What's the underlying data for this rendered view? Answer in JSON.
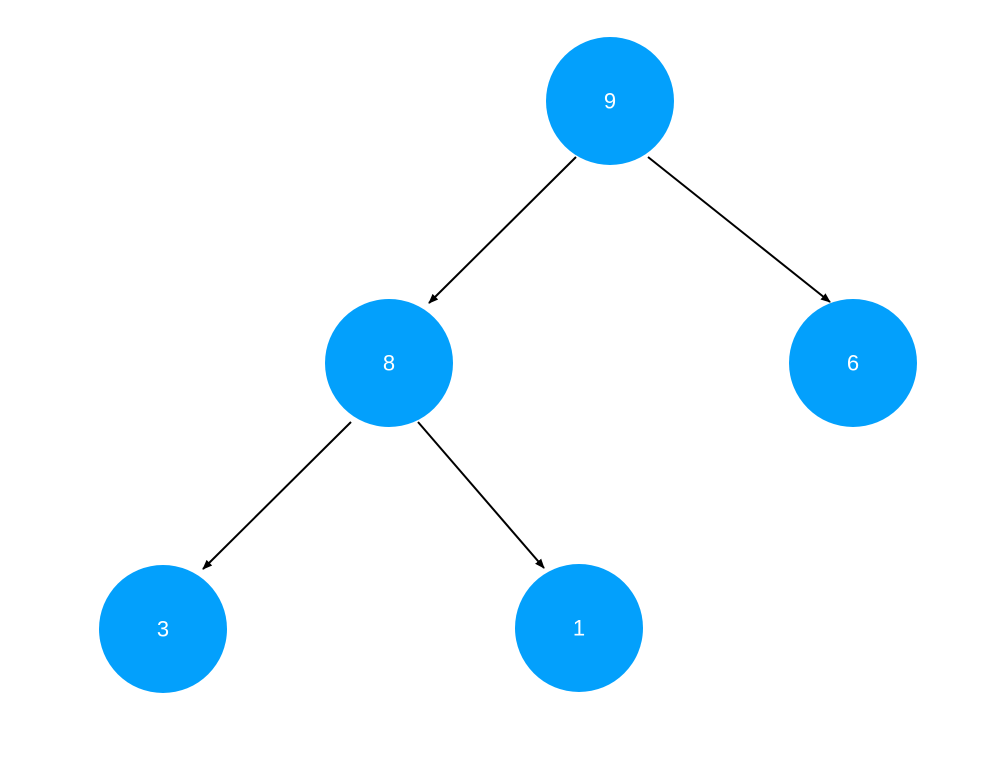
{
  "colors": {
    "node_fill": "#03A0FC",
    "node_text": "#FFFFFF",
    "edge": "#000000",
    "background": "#FFFFFF"
  },
  "tree": {
    "nodes": [
      {
        "id": "n9",
        "label": "9"
      },
      {
        "id": "n8",
        "label": "8"
      },
      {
        "id": "n6",
        "label": "6"
      },
      {
        "id": "n3",
        "label": "3"
      },
      {
        "id": "n1",
        "label": "1"
      }
    ],
    "edges": [
      {
        "from": "n9",
        "to": "n8"
      },
      {
        "from": "n9",
        "to": "n6"
      },
      {
        "from": "n8",
        "to": "n3"
      },
      {
        "from": "n8",
        "to": "n1"
      }
    ]
  }
}
